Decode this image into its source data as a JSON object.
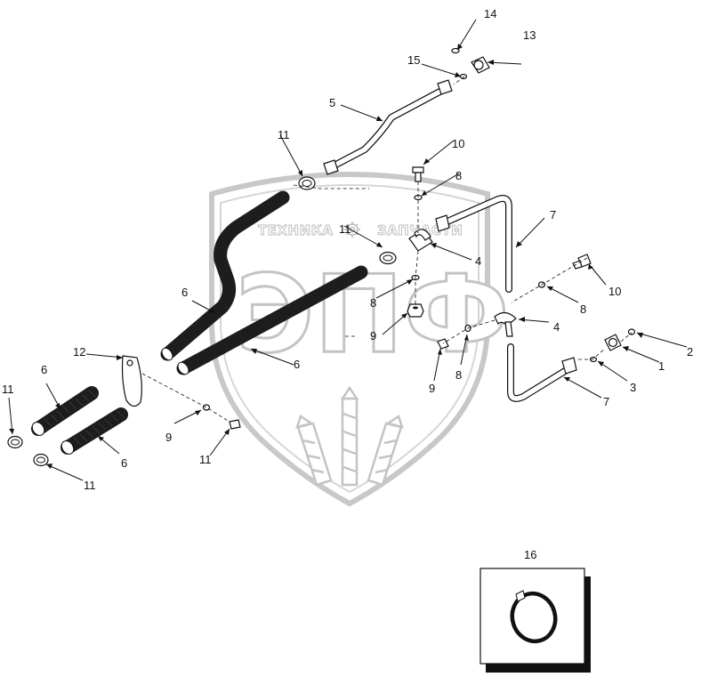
{
  "watermark": {
    "text_left": "ТЕХНИКА",
    "text_right": "ЗАПЧАСТИ",
    "logo_letters": "ЭПФ"
  },
  "callouts": [
    {
      "id": "c1",
      "label": "1"
    },
    {
      "id": "c2",
      "label": "2"
    },
    {
      "id": "c3",
      "label": "3"
    },
    {
      "id": "c4a",
      "label": "4"
    },
    {
      "id": "c4b",
      "label": "4"
    },
    {
      "id": "c5",
      "label": "5"
    },
    {
      "id": "c6a",
      "label": "6"
    },
    {
      "id": "c6b",
      "label": "6"
    },
    {
      "id": "c6c",
      "label": "6"
    },
    {
      "id": "c6d",
      "label": "6"
    },
    {
      "id": "c7a",
      "label": "7"
    },
    {
      "id": "c7b",
      "label": "7"
    },
    {
      "id": "c8a",
      "label": "8"
    },
    {
      "id": "c8b",
      "label": "8"
    },
    {
      "id": "c8c",
      "label": "8"
    },
    {
      "id": "c8d",
      "label": "8"
    },
    {
      "id": "c9a",
      "label": "9"
    },
    {
      "id": "c9b",
      "label": "9"
    },
    {
      "id": "c9c",
      "label": "9"
    },
    {
      "id": "c10a",
      "label": "10"
    },
    {
      "id": "c10b",
      "label": "10"
    },
    {
      "id": "c11a",
      "label": "11"
    },
    {
      "id": "c11b",
      "label": "11"
    },
    {
      "id": "c11c",
      "label": "11"
    },
    {
      "id": "c11d",
      "label": "11"
    },
    {
      "id": "c11e",
      "label": "11"
    },
    {
      "id": "c12",
      "label": "12"
    },
    {
      "id": "c13",
      "label": "13"
    },
    {
      "id": "c14",
      "label": "14"
    },
    {
      "id": "c15",
      "label": "15"
    },
    {
      "id": "c16",
      "label": "16"
    }
  ]
}
